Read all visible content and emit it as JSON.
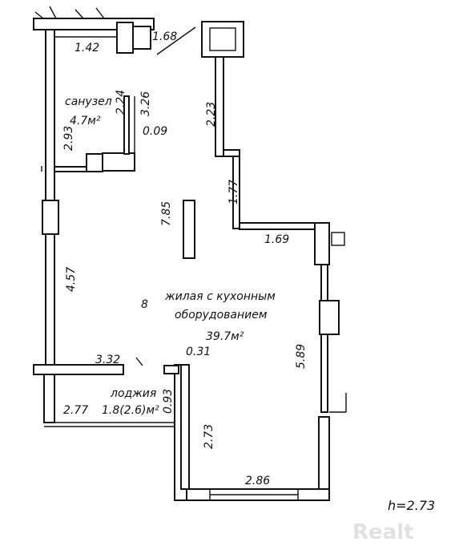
{
  "plan": {
    "height_note": "h=2.73",
    "watermark": "Realt",
    "rooms": {
      "bathroom": {
        "name": "санузел",
        "area": "4.7м²"
      },
      "living": {
        "number": "8",
        "name_line1": "жилая с кухонным",
        "name_line2": "оборудованием",
        "area": "39.7м²"
      },
      "loggia": {
        "name": "лоджия",
        "area": "1.8(2.6)м²"
      }
    },
    "dimensions": {
      "d_1_42": "1.42",
      "d_1_68": "1.68",
      "d_2_24": "2.24",
      "d_3_26": "3.26",
      "d_2_93": "2.93",
      "d_0_09": "0.09",
      "d_2_23": "2.23",
      "d_7_85": "7.85",
      "d_1_77": "1.77",
      "d_1_69": "1.69",
      "d_4_57": "4.57",
      "d_5_89": "5.89",
      "d_3_32": "3.32",
      "d_0_31": "0.31",
      "d_0_93": "0.93",
      "d_2_77": "2.77",
      "d_2_73": "2.73",
      "d_2_86": "2.86"
    }
  }
}
